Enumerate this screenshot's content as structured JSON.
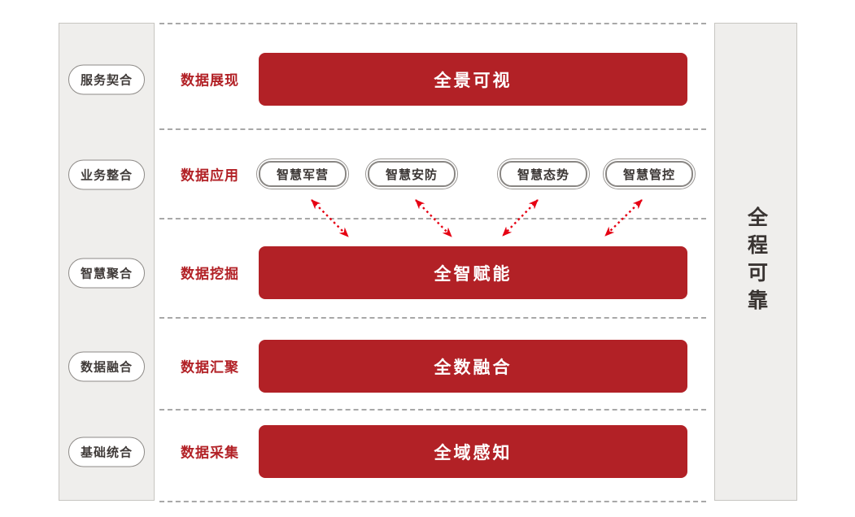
{
  "diagram": {
    "left_panel": {
      "items": [
        "服务契合",
        "业务整合",
        "智慧聚合",
        "数据融合",
        "基础统合"
      ]
    },
    "right_panel": {
      "title": "全程可靠"
    },
    "rows": [
      {
        "label": "数据展现",
        "bar": "全景可视"
      },
      {
        "label": "数据应用",
        "apps": [
          "智慧军营",
          "智慧安防",
          "智慧态势",
          "智慧管控"
        ]
      },
      {
        "label": "数据挖掘",
        "bar": "全智赋能"
      },
      {
        "label": "数据汇聚",
        "bar": "全数融合"
      },
      {
        "label": "数据采集",
        "bar": "全域感知"
      }
    ],
    "colors": {
      "layer_red": "#b22126",
      "arrow_red": "#e60013",
      "panel_bg": "#efeeec",
      "panel_border": "#c7c5c1",
      "pill_border": "#8d8a87",
      "dotted_line": "#a8a8a8",
      "dark_text": "#3b3634"
    }
  }
}
